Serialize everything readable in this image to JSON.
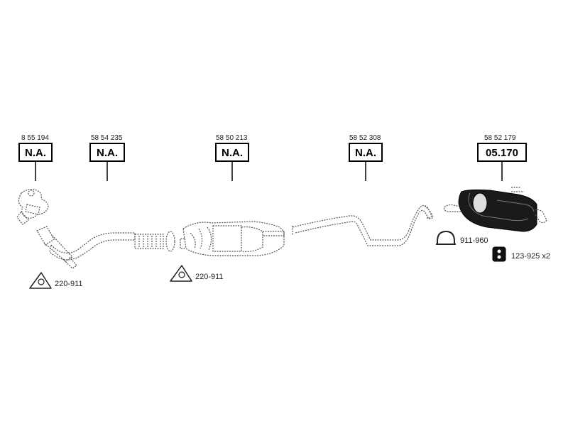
{
  "parts": [
    {
      "part_number": "8 55 194",
      "label": "N.A."
    },
    {
      "part_number": "58 54 235",
      "label": "N.A."
    },
    {
      "part_number": "58 50 213",
      "label": "N.A."
    },
    {
      "part_number": "58 52 308",
      "label": "N.A."
    },
    {
      "part_number": "58 52 179",
      "label": "05.170"
    }
  ],
  "accessories": [
    {
      "code": "220-911",
      "icon": "triangle-gasket-icon"
    },
    {
      "code": "220-911",
      "icon": "triangle-gasket-icon"
    },
    {
      "code": "911-960",
      "icon": "pipe-clamp-icon"
    },
    {
      "code": "123-925 x2",
      "icon": "rubber-hanger-icon"
    }
  ]
}
